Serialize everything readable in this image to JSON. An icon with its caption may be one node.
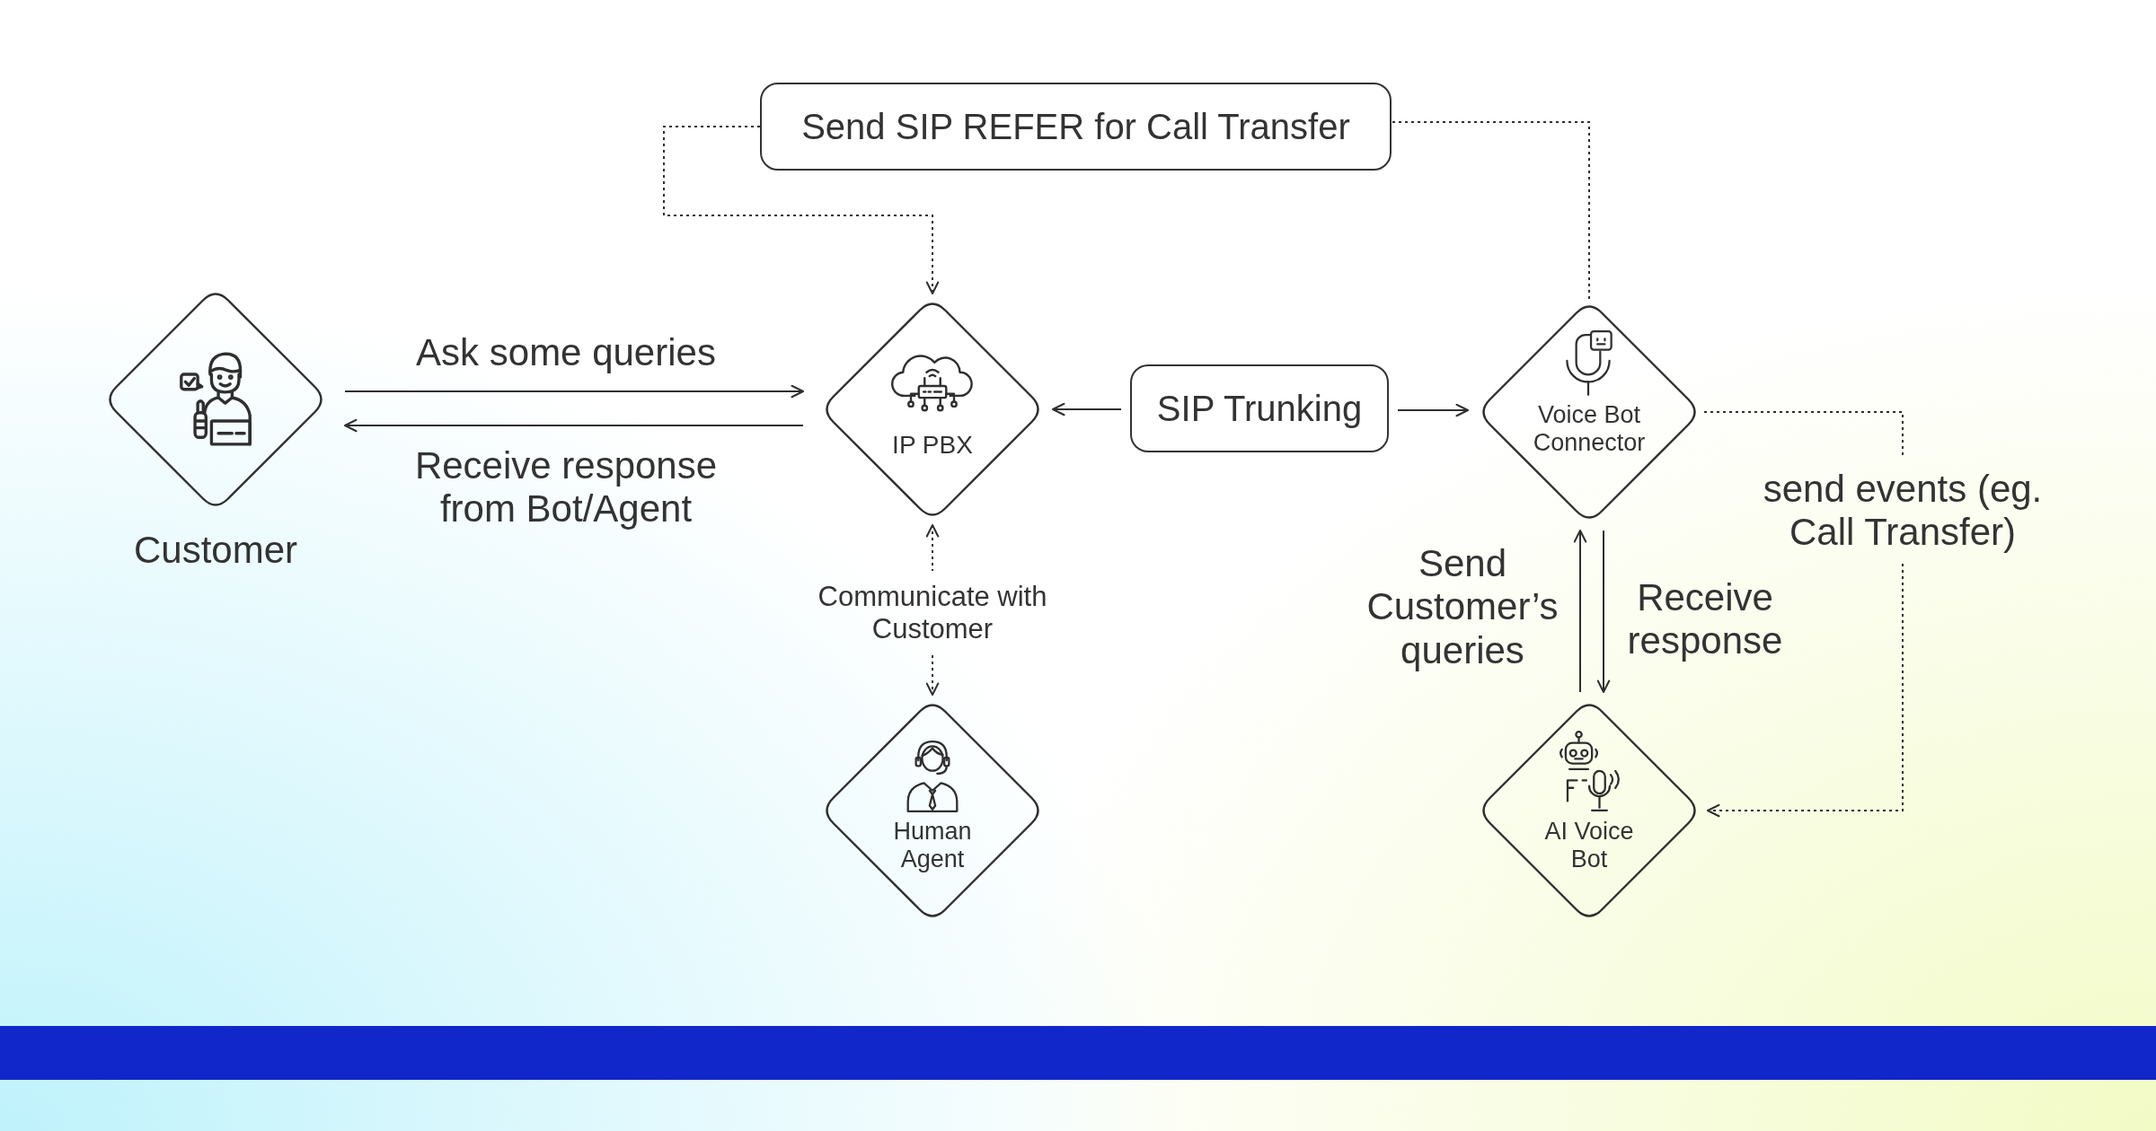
{
  "diagram": {
    "nodes": [
      {
        "text": [
          "Send SIP REFER for Call Transfer"
        ]
      },
      {
        "text": [
          "Customer"
        ]
      },
      {
        "text": [
          "IP PBX"
        ]
      },
      {
        "text": [
          "SIP Trunking"
        ]
      },
      {
        "text": [
          "Voice Bot Connector"
        ]
      },
      {
        "text": [
          "Human Agent"
        ]
      },
      {
        "text": [
          "AI Voice Bot"
        ]
      }
    ],
    "edges": [
      {
        "from": 1,
        "to": 2,
        "arrow": "to",
        "label": "Ask some queries"
      },
      {
        "from": 2,
        "to": 1,
        "arrow": "to",
        "label": "Receive response from Bot/Agent"
      },
      {
        "from": 3,
        "to": 2,
        "arrow": "to"
      },
      {
        "from": 3,
        "to": 4,
        "arrow": "to"
      },
      {
        "from": 0,
        "to": 2,
        "arrow": "to",
        "style": "dashed"
      },
      {
        "from": 4,
        "to": 0,
        "arrow": "none",
        "style": "dashed"
      },
      {
        "from": 2,
        "to": 5,
        "arrow": "both",
        "style": "dashed",
        "label": "Communicate with Customer"
      },
      {
        "from": 6,
        "to": 4,
        "arrow": "to",
        "label": "Send Customer’s queries"
      },
      {
        "from": 4,
        "to": 6,
        "arrow": "to",
        "label": "Receive response"
      },
      {
        "from": 4,
        "to": 6,
        "arrow": "to",
        "style": "dashed",
        "label": "send events (eg. Call Transfer)"
      }
    ]
  }
}
